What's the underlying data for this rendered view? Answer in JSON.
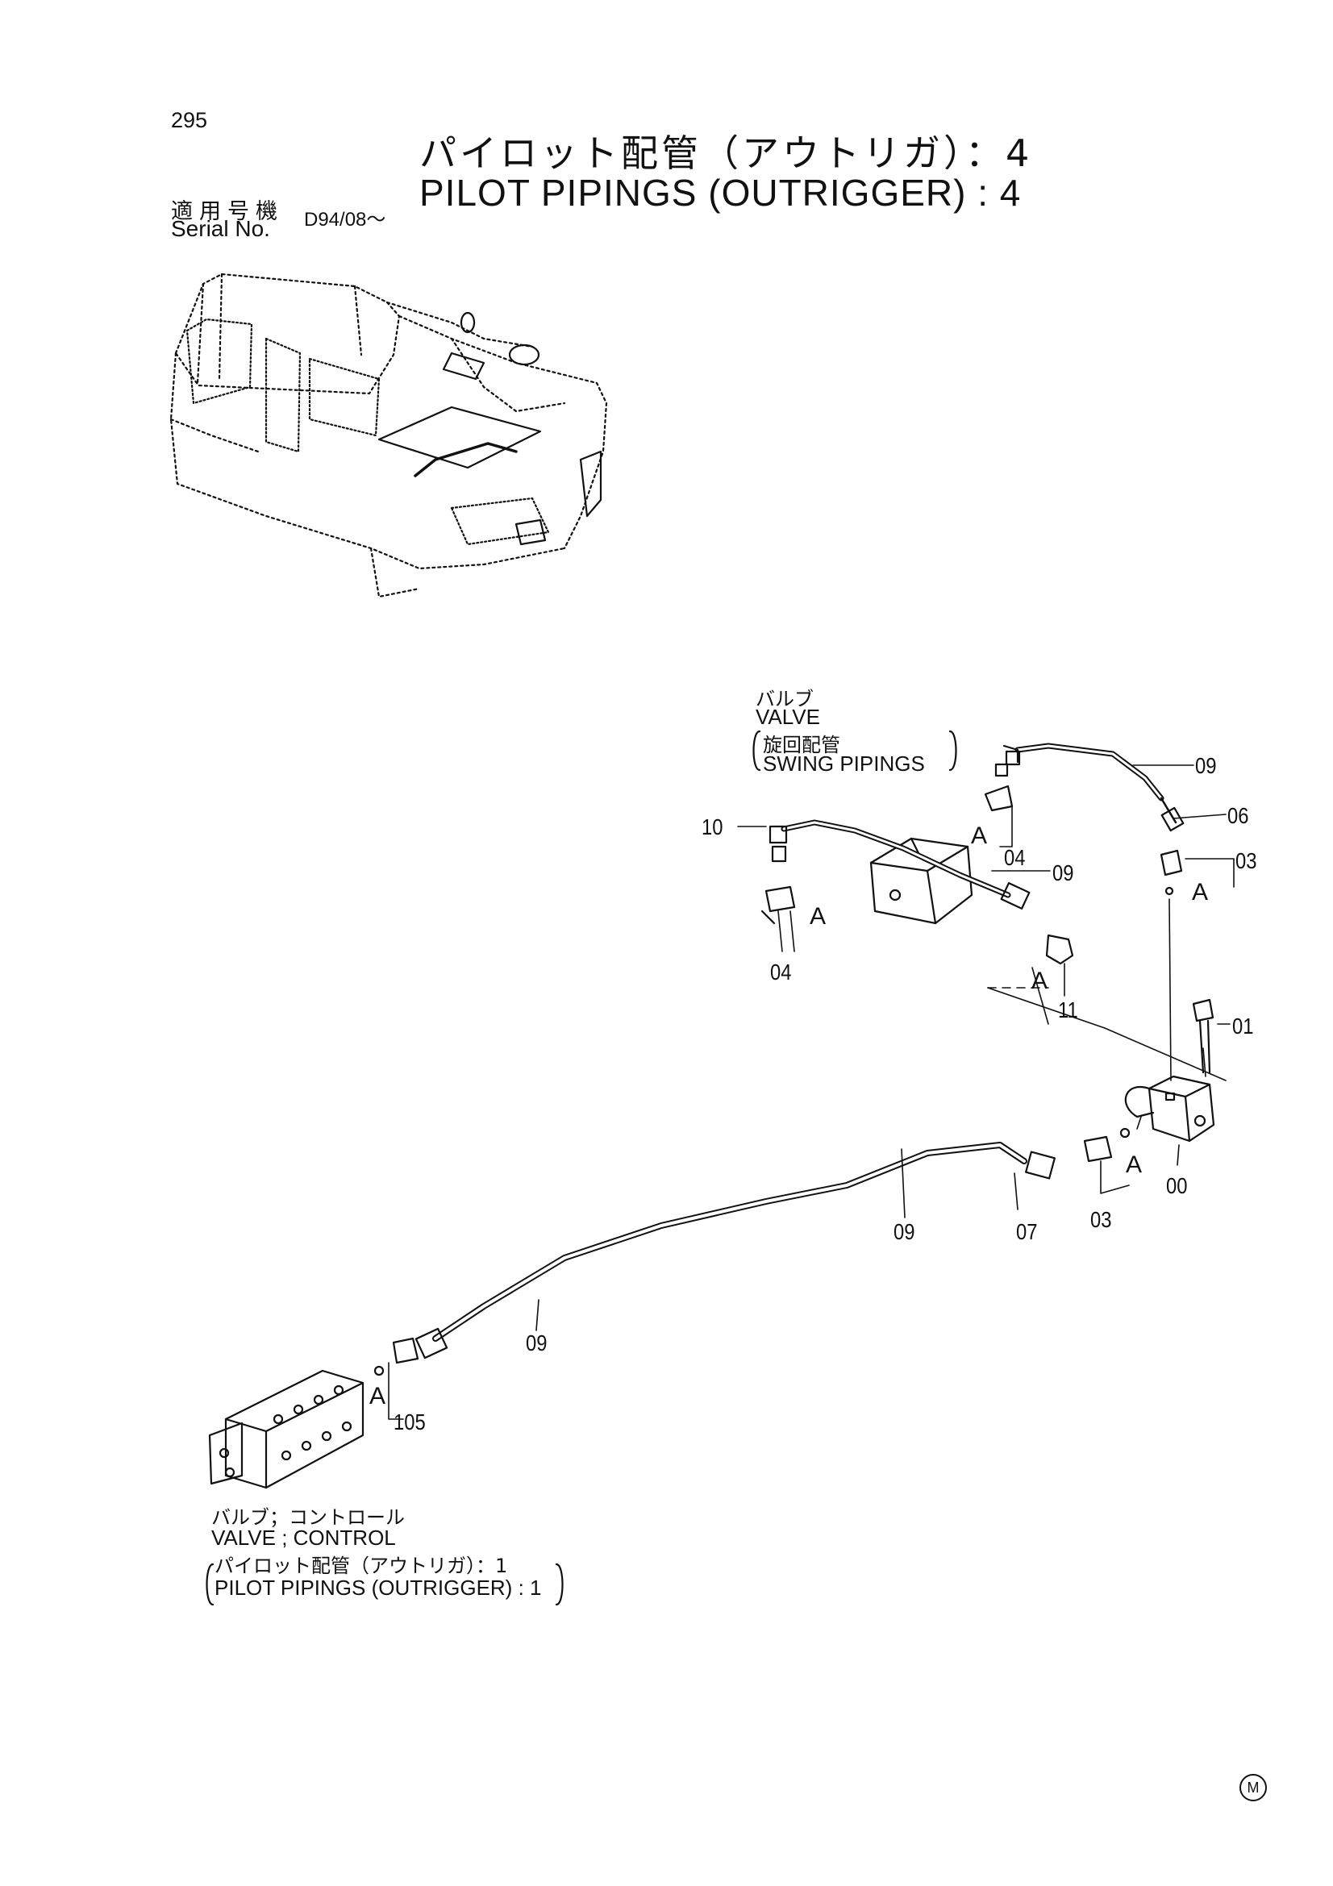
{
  "header": {
    "page_number": "295",
    "title_jp": "パイロット配管（アウトリガ）：4",
    "title_en": "PILOT PIPINGS (OUTRIGGER) : 4",
    "serial_label_jp": "適用号機",
    "serial_label_en": "Serial No.",
    "serial_value": "D94/08～"
  },
  "labels": {
    "swing_valve_jp": "バルブ",
    "swing_valve_en": "VALVE",
    "swing_piping_jp": "旋回配管",
    "swing_piping_en": "SWING PIPINGS",
    "control_valve_jp": "バルブ；コントロール",
    "control_valve_en": "VALVE ; CONTROL",
    "pilot_piping_jp": "パイロット配管（アウトリガ）：1",
    "pilot_piping_en": "PILOT PIPINGS (OUTRIGGER) : 1"
  },
  "callouts": {
    "p10": "10",
    "p09a": "09",
    "p06": "06",
    "p03a": "03",
    "p04a": "04",
    "p09b": "09",
    "p04b": "04",
    "p11": "11",
    "p01": "01",
    "p00": "00",
    "p09c": "09",
    "p07": "07",
    "p03b": "03",
    "p09d": "09",
    "p105": "105"
  },
  "marker": "A",
  "footer_mark": "M"
}
